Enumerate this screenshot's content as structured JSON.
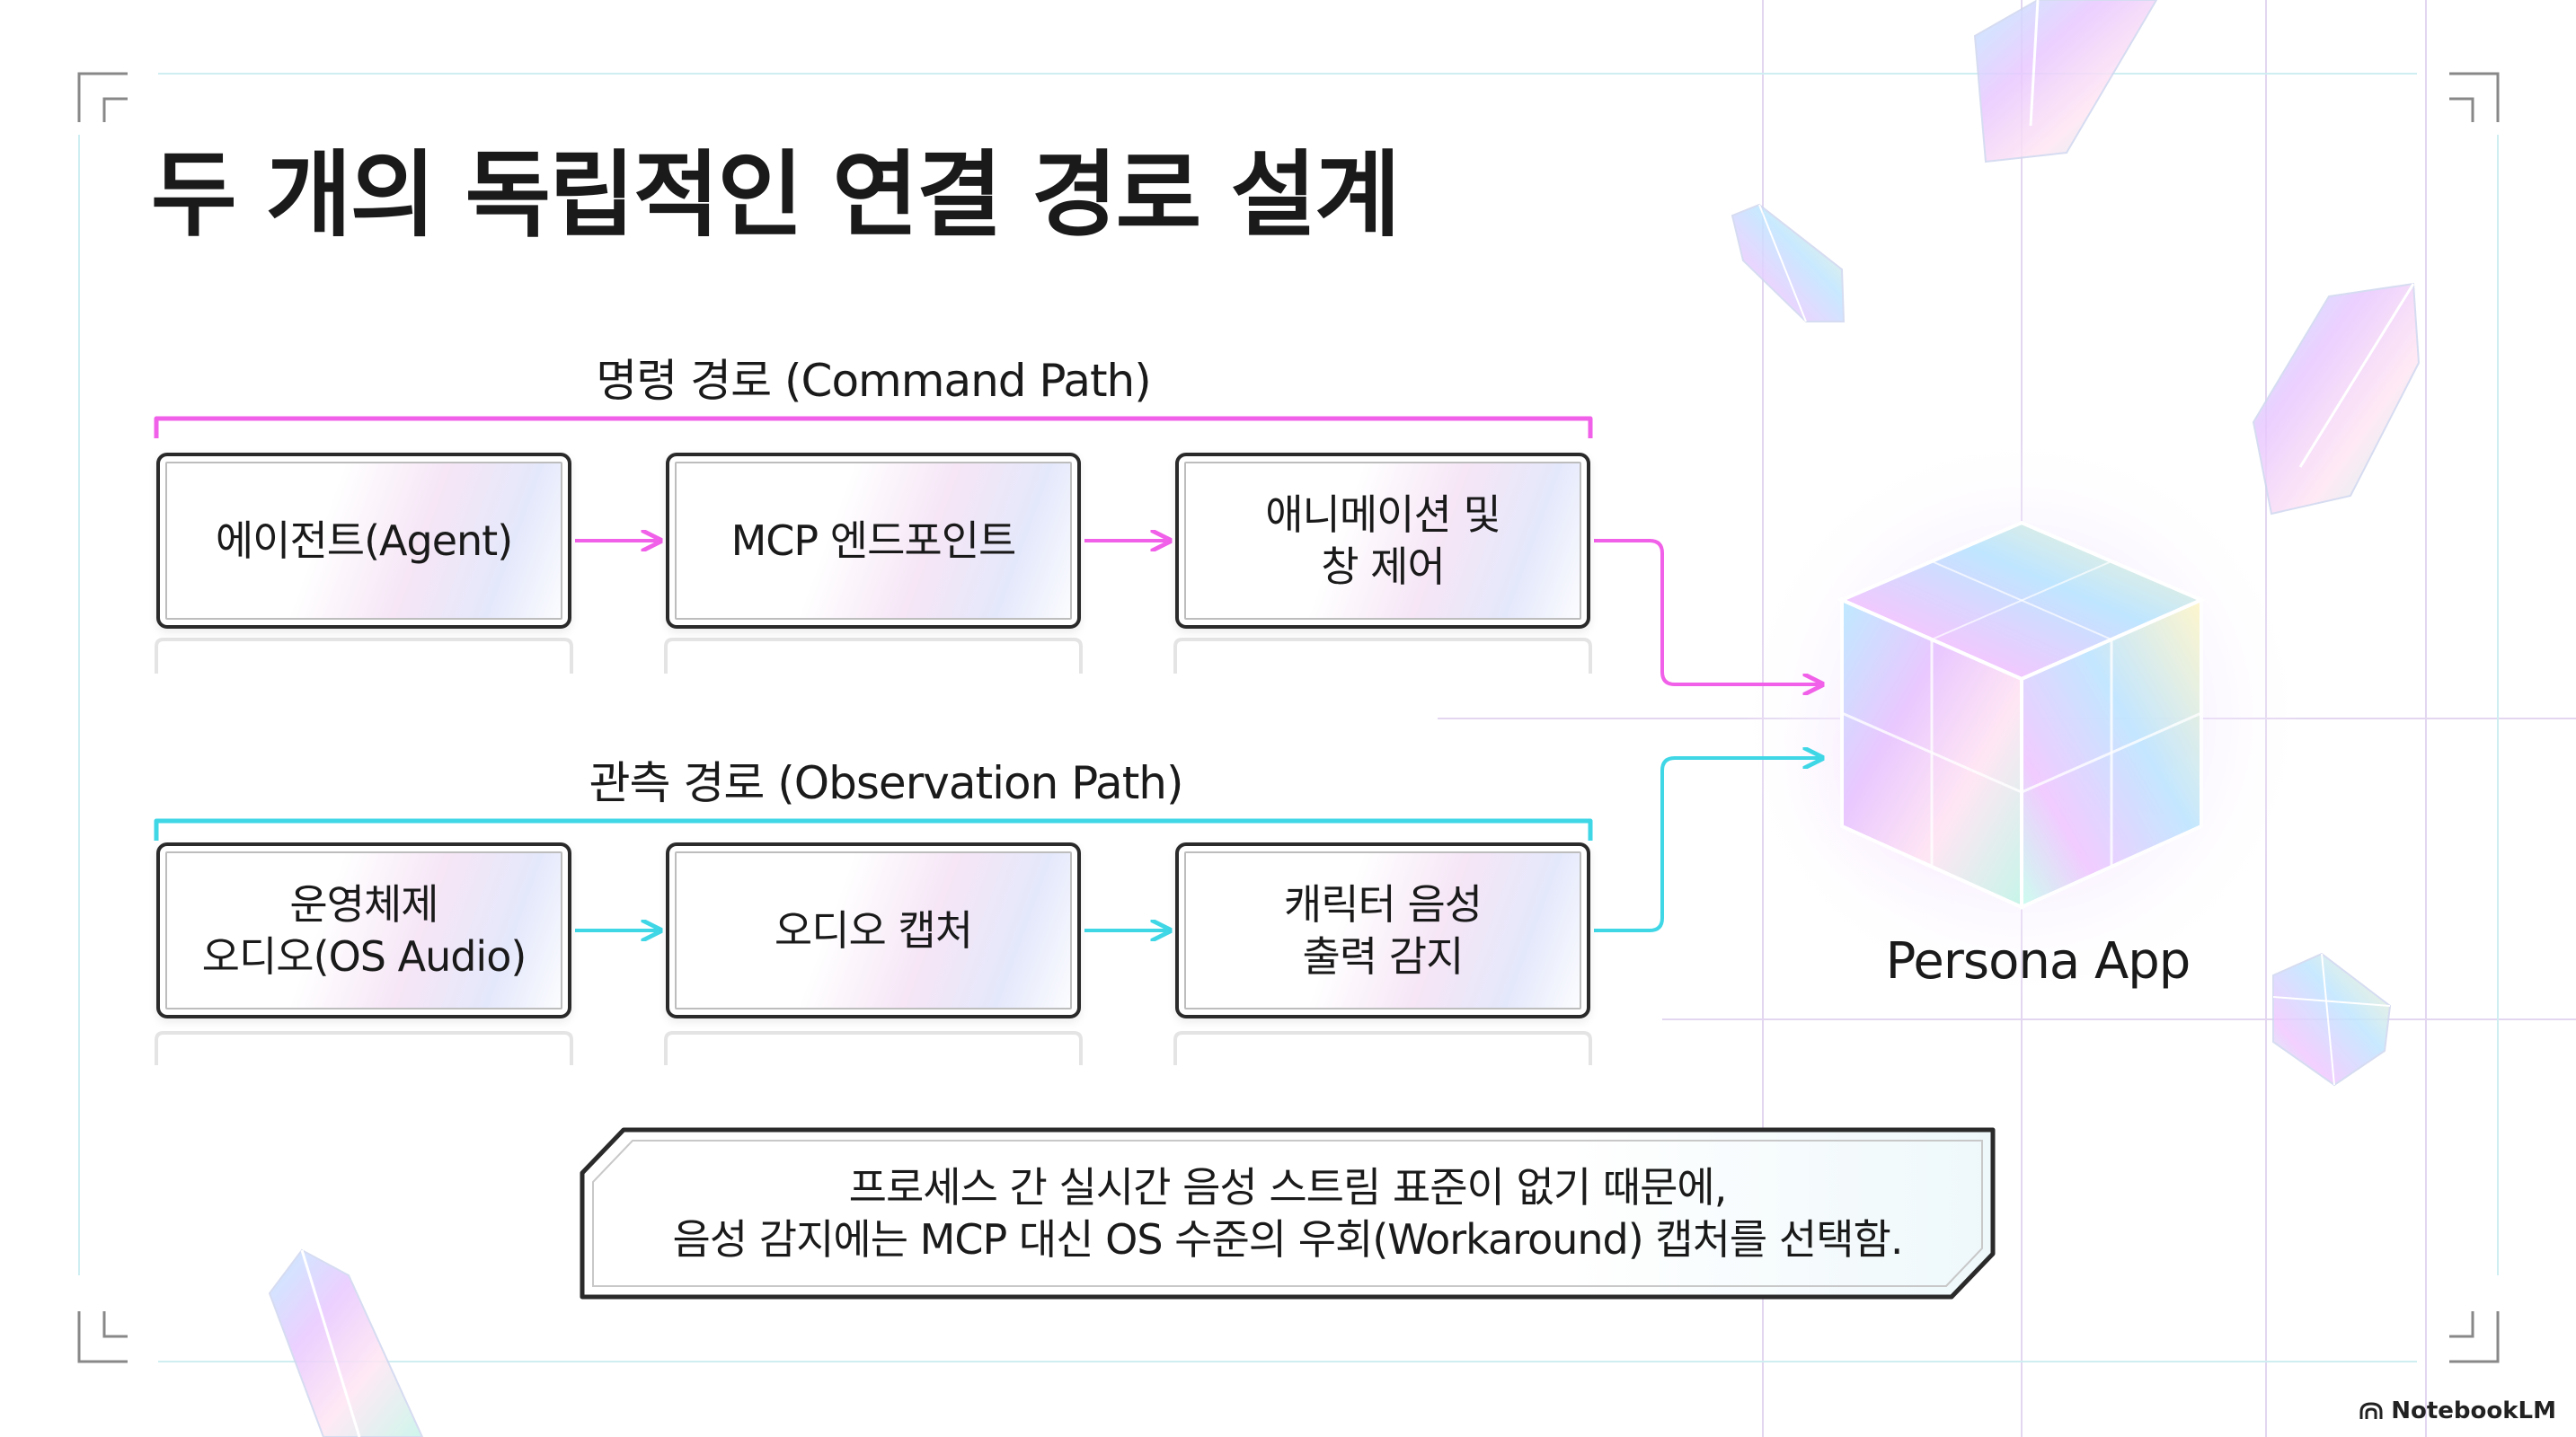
{
  "slide": {
    "title": "두 개의 독립적인 연결 경로 설계"
  },
  "command_path": {
    "label": "명령 경로 (Command Path)",
    "color": "#f060e8",
    "nodes": [
      {
        "label": "에이전트(Agent)"
      },
      {
        "label": "MCP 엔드포인트"
      },
      {
        "label": "애니메이션 및\n창 제어"
      }
    ]
  },
  "observation_path": {
    "label": "관측 경로 (Observation Path)",
    "color": "#3fd6e6",
    "nodes": [
      {
        "label": "운영체제\n오디오(OS Audio)"
      },
      {
        "label": "오디오 캡처"
      },
      {
        "label": "캐릭터 음성\n출력 감지"
      }
    ]
  },
  "target": {
    "label": "Persona App",
    "icon": "crystal-cube-icon"
  },
  "callout": {
    "text": "프로세스 간 실시간 음성 스트림 표준이 없기 때문에,\n음성 감지에는 MCP 대신 OS 수준의 우회(Workaround) 캡처를 선택함."
  },
  "branding": {
    "logo_icon": "notebooklm-logo-icon",
    "label": "NotebookLM"
  }
}
